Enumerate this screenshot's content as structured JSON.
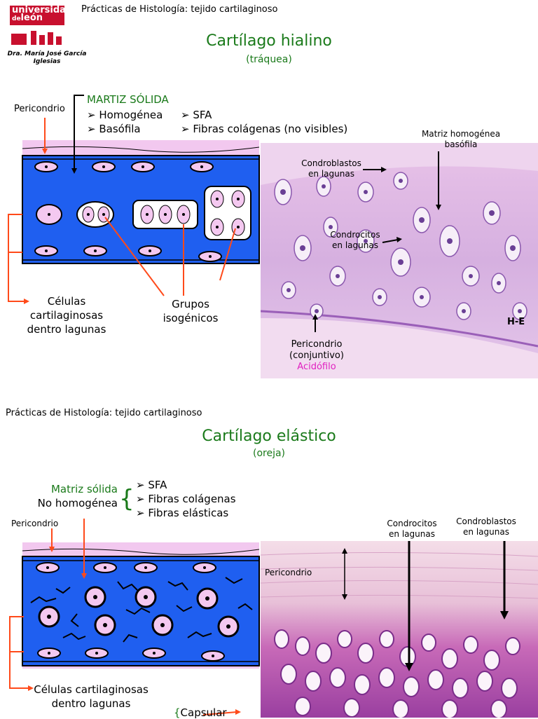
{
  "header": {
    "logo_text": [
      "universidad",
      "de",
      "león"
    ],
    "author": [
      "Dra. María José García",
      "Iglesias"
    ],
    "course_title": "Prácticas de Histología: tejido cartilaginoso"
  },
  "slide1": {
    "title": "Cartílago hialino",
    "subtitle": "(tráquea)",
    "matrix_label": "MARTIZ SÓLIDA",
    "bullets_left": [
      "Homogénea",
      "Basófila"
    ],
    "bullets_right": [
      "SFA",
      "Fibras colágenas (no visibles)"
    ],
    "pericondrio": "Pericondrio",
    "cells_label": [
      "Células",
      "cartilaginosas",
      "dentro lagunas"
    ],
    "groups_label": [
      "Grupos",
      "isogénicos"
    ],
    "micro_labels": {
      "matriz": [
        "Matriz homogénea",
        "basófila"
      ],
      "condroblastos": [
        "Condroblastos",
        "en lagunas"
      ],
      "condrocitos": [
        "Condrocitos",
        "en lagunas"
      ],
      "stain": "H-E",
      "pericondrio": [
        "Pericondrio",
        "(conjuntivo)"
      ],
      "acidofilo": "Acidófilo"
    },
    "colors": {
      "matrix_blue": "#1f5ff0",
      "perichondrium_pink": "#f2c8ef",
      "arrow_red": "#ff4a1a",
      "title_green": "#1a7a1a",
      "acidofilo_pink": "#e020c0"
    }
  },
  "slide2": {
    "course_title": "Prácticas de Histología: tejido cartilaginoso",
    "title": "Cartílago elástico",
    "subtitle": "(oreja)",
    "matrix_label": "Matriz sólida",
    "matrix_label2": "No homogénea",
    "bullets": [
      "SFA",
      "Fibras colágenas",
      "Fibras elásticas"
    ],
    "pericondrio": "Pericondrio",
    "cells_label": [
      "Células cartilaginosas",
      "dentro lagunas"
    ],
    "capsular_label": "Capsular",
    "micro_labels": {
      "pericondrio": "Pericondrio",
      "condrocitos": [
        "Condrocitos",
        "en lagunas"
      ],
      "condroblastos": [
        "Condroblastos",
        "en lagunas"
      ]
    }
  }
}
